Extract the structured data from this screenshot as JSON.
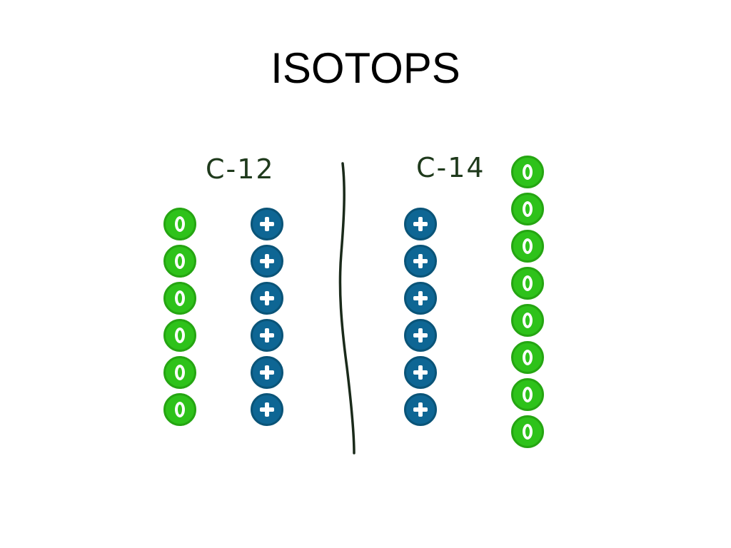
{
  "title": "ISOTOPS",
  "isotopes": [
    {
      "label": "C-12",
      "protons": 6,
      "neutrons": 6
    },
    {
      "label": "C-14",
      "protons": 6,
      "neutrons": 8
    }
  ],
  "particle_glyphs": {
    "proton": "+",
    "neutron": "0"
  },
  "colors": {
    "proton": "#0e6694",
    "neutron": "#2ec21a",
    "divider": "#1a2a1a",
    "label": "#1f3a1c"
  },
  "icons": {
    "proton": "plus-circle-icon",
    "neutron": "zero-circle-icon"
  }
}
